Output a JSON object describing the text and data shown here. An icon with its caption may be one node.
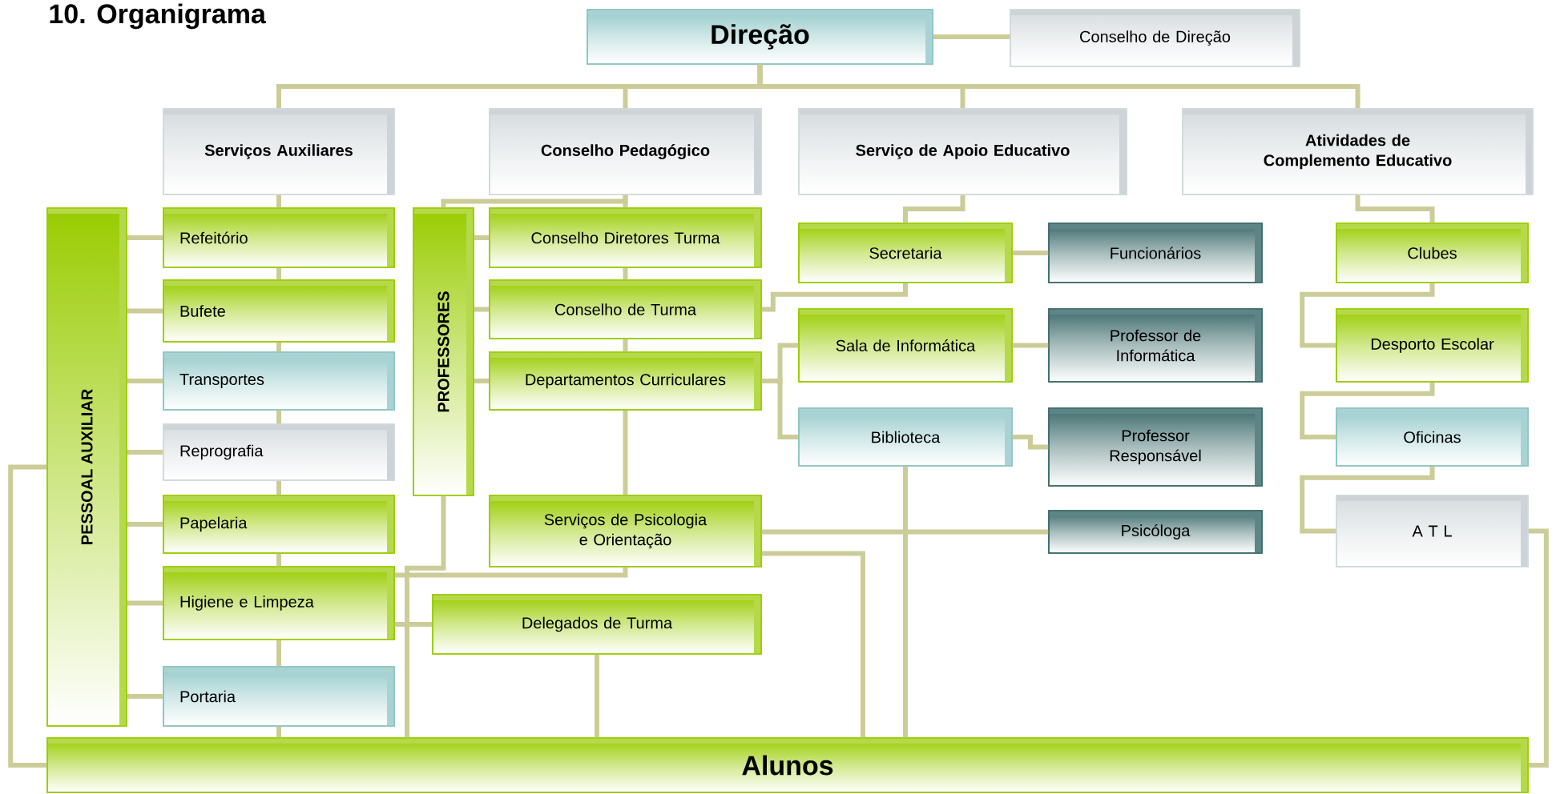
{
  "diagram": {
    "title": "10. Organigrama",
    "nodes": [
      {
        "text": [
          "Direção"
        ]
      },
      {
        "text": [
          "Conselho de Direção"
        ]
      },
      {
        "text": [
          "Serviços Auxiliares"
        ]
      },
      {
        "text": [
          "Conselho Pedagógico"
        ]
      },
      {
        "text": [
          "Serviço de Apoio Educativo"
        ]
      },
      {
        "text": [
          "Atividades de Complemento Educativo"
        ]
      },
      {
        "text": [
          "PESSOAL AUXILIAR"
        ]
      },
      {
        "text": [
          "Refeitório"
        ]
      },
      {
        "text": [
          "Bufete"
        ]
      },
      {
        "text": [
          "Transportes"
        ]
      },
      {
        "text": [
          "Reprografia"
        ]
      },
      {
        "text": [
          "Papelaria"
        ]
      },
      {
        "text": [
          "Higiene e Limpeza"
        ]
      },
      {
        "text": [
          "Portaria"
        ]
      },
      {
        "text": [
          "PROFESSORES"
        ]
      },
      {
        "text": [
          "Conselho Diretores Turma"
        ]
      },
      {
        "text": [
          "Conselho de Turma"
        ]
      },
      {
        "text": [
          "Departamentos Curriculares"
        ]
      },
      {
        "text": [
          "Serviços de Psicologia e Orientação"
        ]
      },
      {
        "text": [
          "Delegados de Turma"
        ]
      },
      {
        "text": [
          "Secretaria"
        ]
      },
      {
        "text": [
          "Funcionários"
        ]
      },
      {
        "text": [
          "Sala de Informática"
        ]
      },
      {
        "text": [
          "Professor de Informática"
        ]
      },
      {
        "text": [
          "Biblioteca"
        ]
      },
      {
        "text": [
          "Professor Responsável"
        ]
      },
      {
        "text": [
          "Psicóloga"
        ]
      },
      {
        "text": [
          "Clubes"
        ]
      },
      {
        "text": [
          "Desporto Escolar"
        ]
      },
      {
        "text": [
          "Oficinas"
        ]
      },
      {
        "text": [
          "A T L"
        ]
      },
      {
        "text": [
          "Alunos"
        ]
      }
    ],
    "edges": [
      {
        "from": 0,
        "to": 1,
        "arrow": "none"
      },
      {
        "from": 0,
        "to": 2,
        "arrow": "none"
      },
      {
        "from": 0,
        "to": 3,
        "arrow": "none"
      },
      {
        "from": 0,
        "to": 4,
        "arrow": "none"
      },
      {
        "from": 0,
        "to": 5,
        "arrow": "none"
      },
      {
        "from": 2,
        "to": 7,
        "arrow": "none"
      },
      {
        "from": 7,
        "to": 8,
        "arrow": "none"
      },
      {
        "from": 8,
        "to": 9,
        "arrow": "none"
      },
      {
        "from": 9,
        "to": 10,
        "arrow": "none"
      },
      {
        "from": 10,
        "to": 11,
        "arrow": "none"
      },
      {
        "from": 11,
        "to": 12,
        "arrow": "none"
      },
      {
        "from": 12,
        "to": 13,
        "arrow": "none"
      },
      {
        "from": 13,
        "to": 31,
        "arrow": "none"
      },
      {
        "from": 6,
        "to": 7,
        "arrow": "none"
      },
      {
        "from": 6,
        "to": 8,
        "arrow": "none"
      },
      {
        "from": 6,
        "to": 9,
        "arrow": "none"
      },
      {
        "from": 6,
        "to": 10,
        "arrow": "none"
      },
      {
        "from": 6,
        "to": 11,
        "arrow": "none"
      },
      {
        "from": 6,
        "to": 12,
        "arrow": "none"
      },
      {
        "from": 6,
        "to": 13,
        "arrow": "none"
      },
      {
        "from": 6,
        "to": 31,
        "arrow": "none"
      },
      {
        "from": 3,
        "to": 15,
        "arrow": "none"
      },
      {
        "from": 3,
        "to": 14,
        "arrow": "none"
      },
      {
        "from": 15,
        "to": 16,
        "arrow": "none"
      },
      {
        "from": 16,
        "to": 17,
        "arrow": "none"
      },
      {
        "from": 17,
        "to": 18,
        "arrow": "none"
      },
      {
        "from": 14,
        "to": 15,
        "arrow": "none"
      },
      {
        "from": 14,
        "to": 16,
        "arrow": "none"
      },
      {
        "from": 14,
        "to": 17,
        "arrow": "none"
      },
      {
        "from": 18,
        "to": 12,
        "arrow": "none"
      },
      {
        "from": 14,
        "to": 31,
        "arrow": "none"
      },
      {
        "from": 12,
        "to": 19,
        "arrow": "none"
      },
      {
        "from": 19,
        "to": 31,
        "arrow": "none"
      },
      {
        "from": 4,
        "to": 20,
        "arrow": "none"
      },
      {
        "from": 16,
        "to": 20,
        "arrow": "none"
      },
      {
        "from": 17,
        "to": 22,
        "arrow": "none"
      },
      {
        "from": 17,
        "to": 24,
        "arrow": "none"
      },
      {
        "from": 20,
        "to": 21,
        "arrow": "none"
      },
      {
        "from": 22,
        "to": 23,
        "arrow": "none"
      },
      {
        "from": 24,
        "to": 25,
        "arrow": "none"
      },
      {
        "from": 18,
        "to": 26,
        "arrow": "none"
      },
      {
        "from": 24,
        "to": 31,
        "arrow": "none"
      },
      {
        "from": 18,
        "to": 31,
        "arrow": "none"
      },
      {
        "from": 5,
        "to": 27,
        "arrow": "none"
      },
      {
        "from": 27,
        "to": 28,
        "arrow": "none"
      },
      {
        "from": 28,
        "to": 29,
        "arrow": "none"
      },
      {
        "from": 29,
        "to": 30,
        "arrow": "none"
      },
      {
        "from": 30,
        "to": 31,
        "arrow": "none"
      }
    ]
  }
}
